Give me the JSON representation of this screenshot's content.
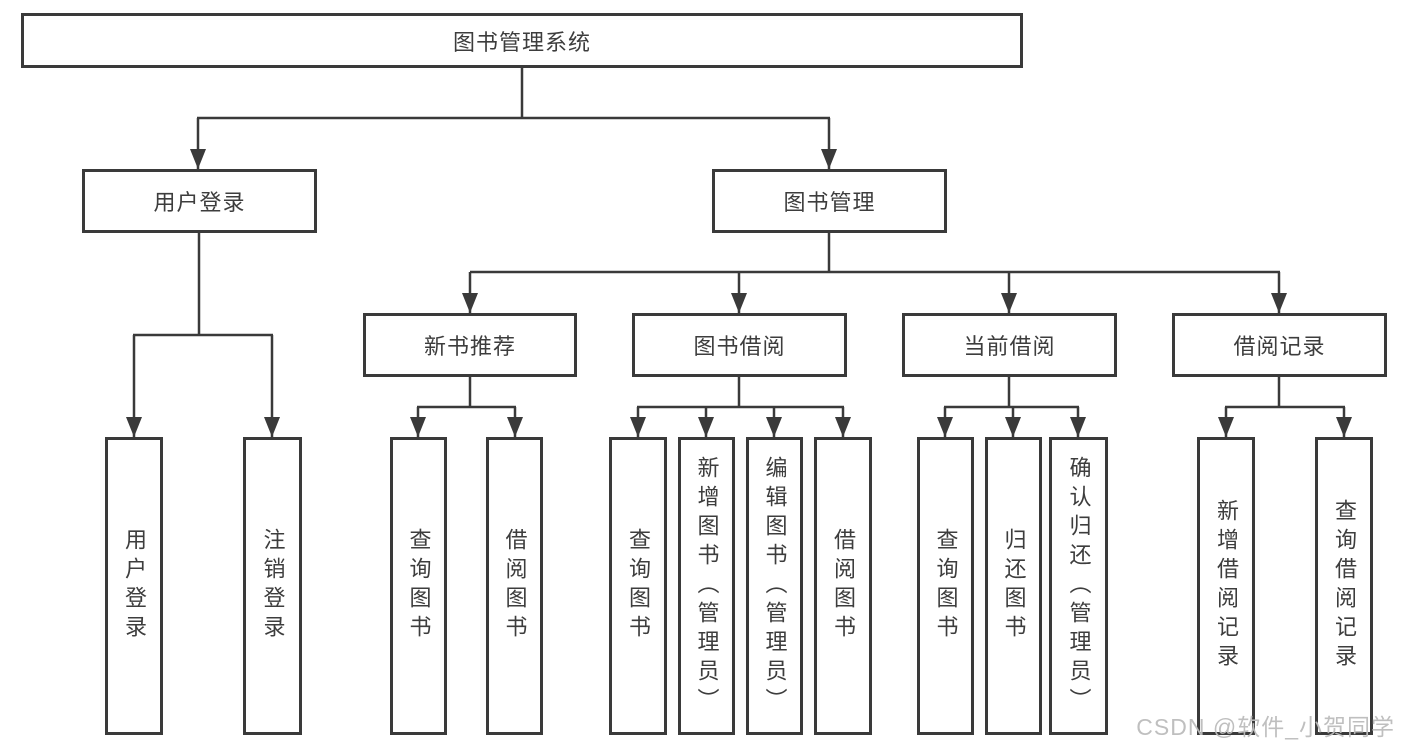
{
  "tree": {
    "label": "图书管理系统",
    "children": [
      {
        "label": "用户登录",
        "children": [
          {
            "label": "用户登录"
          },
          {
            "label": "注销登录"
          }
        ]
      },
      {
        "label": "图书管理",
        "children": [
          {
            "label": "新书推荐",
            "children": [
              {
                "label": "查询图书"
              },
              {
                "label": "借阅图书"
              }
            ]
          },
          {
            "label": "图书借阅",
            "children": [
              {
                "label": "查询图书"
              },
              {
                "label": "新增图书（管理员）"
              },
              {
                "label": "编辑图书（管理员）"
              },
              {
                "label": "借阅图书"
              }
            ]
          },
          {
            "label": "当前借阅",
            "children": [
              {
                "label": "查询图书"
              },
              {
                "label": "归还图书"
              },
              {
                "label": "确认归还（管理员）"
              }
            ]
          },
          {
            "label": "借阅记录",
            "children": [
              {
                "label": "新增借阅记录"
              },
              {
                "label": "查询借阅记录"
              }
            ]
          }
        ]
      }
    ]
  },
  "watermark": "CSDN @软件_小贺同学",
  "colors": {
    "border": "#3a3a3a",
    "text": "#3d3d3d",
    "watermark": "#bcbcbc",
    "background": "#ffffff"
  }
}
